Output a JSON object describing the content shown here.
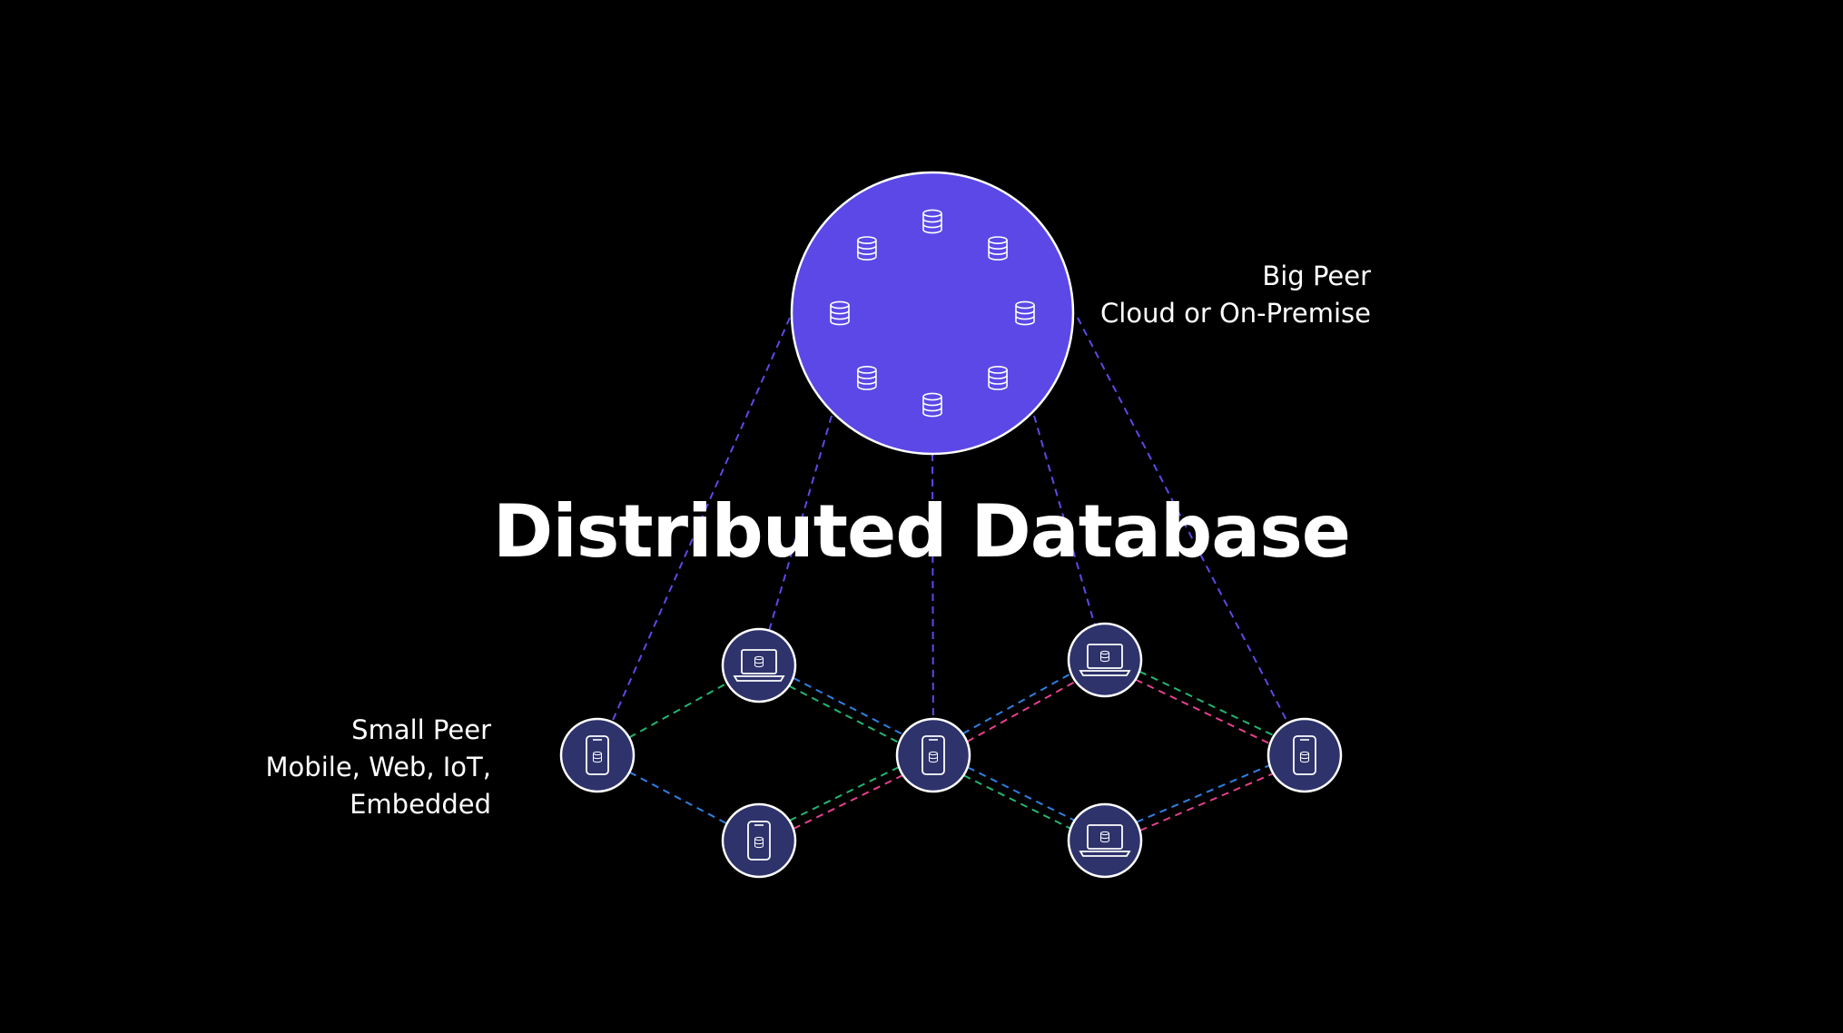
{
  "title": "Distributed Database",
  "big_peer": {
    "line1": "Big Peer",
    "line2": "Cloud or On-Premise",
    "db_icon": "database-icon"
  },
  "small_peer": {
    "line1": "Small Peer",
    "line2": "Mobile, Web, IoT,",
    "line3": "Embedded"
  },
  "nodes": [
    {
      "id": "p1",
      "device": "phone-icon"
    },
    {
      "id": "l1",
      "device": "laptop-icon"
    },
    {
      "id": "p2",
      "device": "phone-icon"
    },
    {
      "id": "p3",
      "device": "phone-icon"
    },
    {
      "id": "l2",
      "device": "laptop-icon"
    },
    {
      "id": "l3",
      "device": "laptop-icon"
    },
    {
      "id": "p4",
      "device": "phone-icon"
    }
  ],
  "mesh_links": [
    {
      "from": "p1",
      "to": "l1",
      "color": "green"
    },
    {
      "from": "p1",
      "to": "p2",
      "color": "blue"
    },
    {
      "from": "l1",
      "to": "p3",
      "color": "blue"
    },
    {
      "from": "l1",
      "to": "p3",
      "color": "green"
    },
    {
      "from": "p2",
      "to": "p3",
      "color": "green"
    },
    {
      "from": "p2",
      "to": "p3",
      "color": "pink"
    },
    {
      "from": "p3",
      "to": "l2",
      "color": "blue"
    },
    {
      "from": "p3",
      "to": "l2",
      "color": "pink"
    },
    {
      "from": "p3",
      "to": "l3",
      "color": "blue"
    },
    {
      "from": "p3",
      "to": "l3",
      "color": "green"
    },
    {
      "from": "l2",
      "to": "p4",
      "color": "green"
    },
    {
      "from": "l2",
      "to": "p4",
      "color": "pink"
    },
    {
      "from": "l3",
      "to": "p4",
      "color": "blue"
    },
    {
      "from": "l3",
      "to": "p4",
      "color": "pink"
    }
  ],
  "cloud_links_to": [
    "p1",
    "l1",
    "p3",
    "l2",
    "p4"
  ],
  "colors": {
    "background": "#000000",
    "big_peer_fill": "#5b48e6",
    "node_fill": "#2e336b",
    "outline": "#ffffff",
    "link_purple": "#5b4ae8",
    "link_green": "#22b573",
    "link_blue": "#2f7fe0",
    "link_pink": "#e6418f",
    "text": "#ffffff"
  }
}
